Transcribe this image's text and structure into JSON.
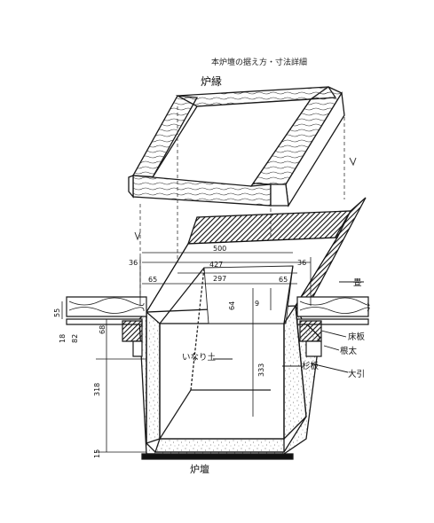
{
  "title": "本炉壇の据え方・寸法詳細",
  "labels": {
    "robuchi": "炉縁",
    "rodan": "炉壇",
    "tatami": "畳",
    "yukaita": "床板",
    "neda": "根太",
    "ohbiki": "大引",
    "sugiita": "杉板",
    "inarizuchi": "いなり土"
  },
  "dimensions": {
    "d500": "500",
    "d427": "427",
    "d297": "297",
    "d36_left": "36",
    "d36_right": "36",
    "d65_left": "65",
    "d65_right": "65",
    "d64": "64",
    "d9": "9",
    "d333": "333",
    "d55": "55",
    "d18": "18",
    "d82": "82",
    "d68": "68",
    "d318": "318",
    "d15": "15"
  },
  "colors": {
    "ink": "#1a1a1a",
    "speckle": "#444444"
  }
}
